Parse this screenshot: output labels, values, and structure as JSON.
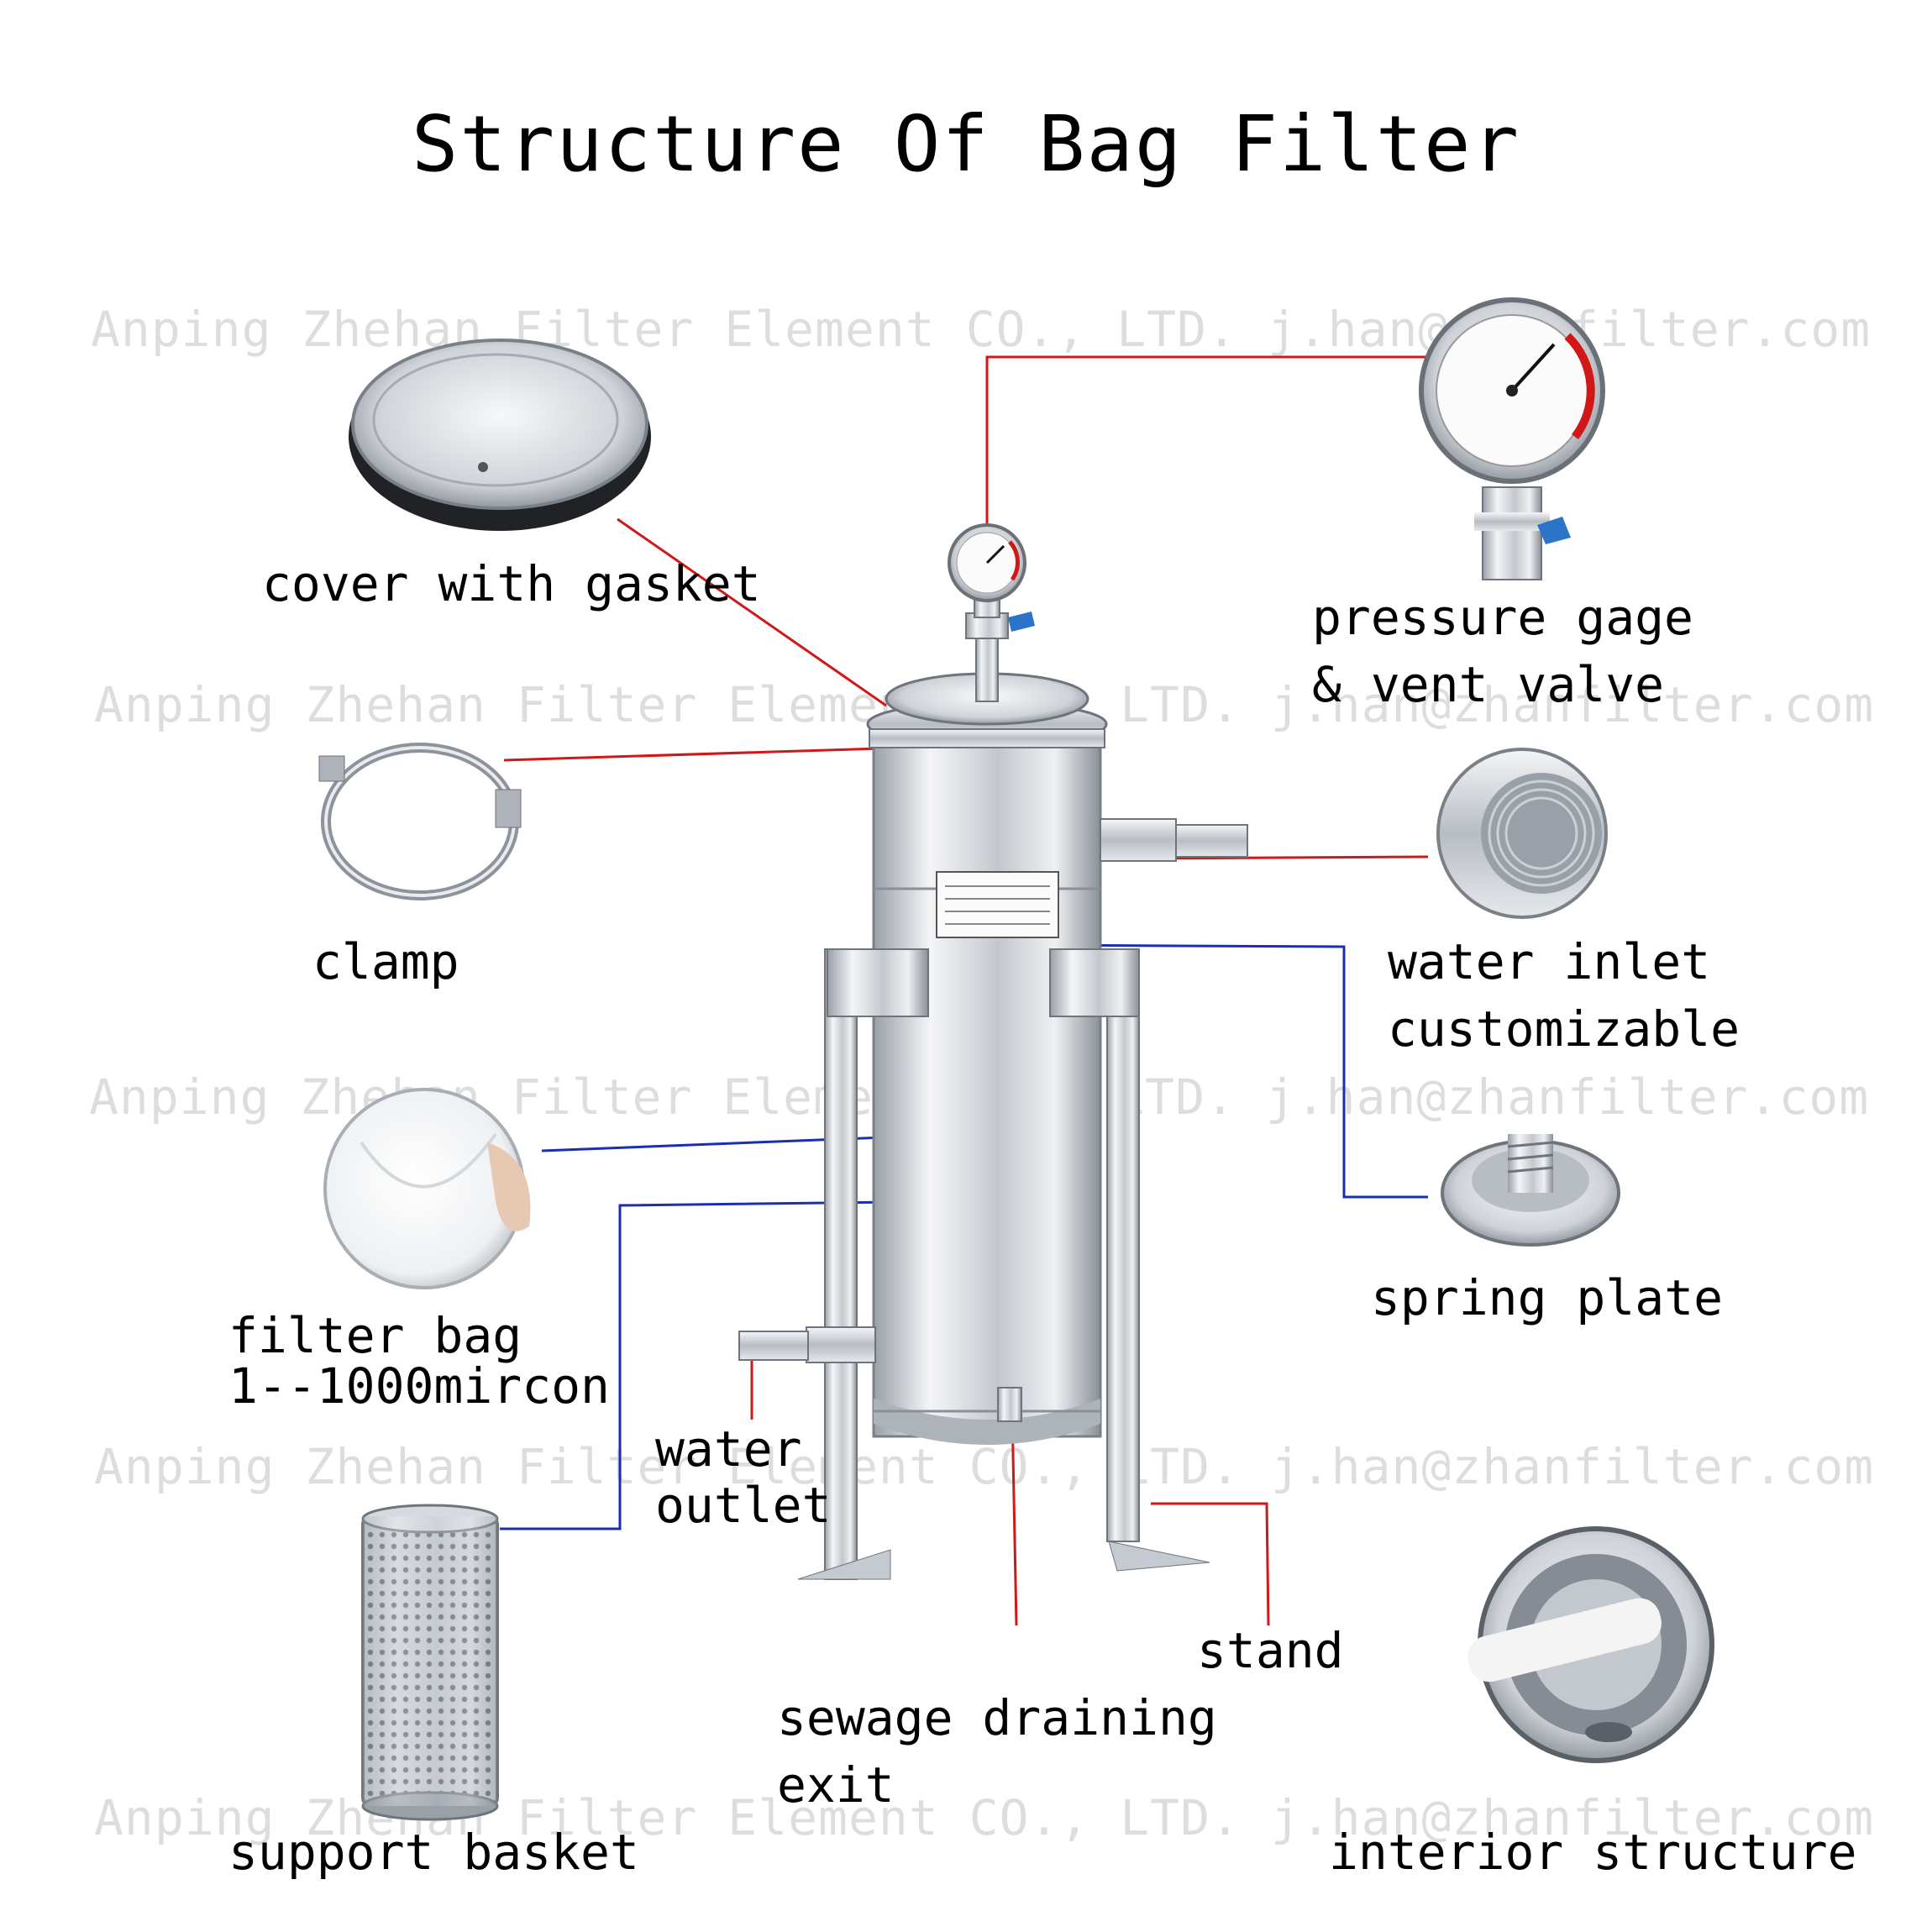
{
  "title": "Structure Of Bag Filter",
  "watermark": "Anping Zhehan Filter Element CO., LTD. j.han@zhanfilter.com",
  "labels": {
    "cover": "cover with gasket",
    "pressure_1": "pressure gage",
    "pressure_2": "& vent valve",
    "clamp": "clamp",
    "inlet_1": "water inlet",
    "inlet_2": "customizable",
    "spring": "spring plate",
    "bag_1": "filter bag",
    "bag_2": "1--1000mircon",
    "outlet_1": "water",
    "outlet_2": "outlet",
    "stand": "stand",
    "sewage_1": "sewage draining",
    "sewage_2": "exit",
    "basket": "support basket",
    "interior": "interior structure"
  },
  "colors": {
    "leader_red": "#d01818",
    "leader_blue": "#1a2fb0",
    "steel_light": "#eef0f2",
    "steel_dark": "#8a9098"
  }
}
